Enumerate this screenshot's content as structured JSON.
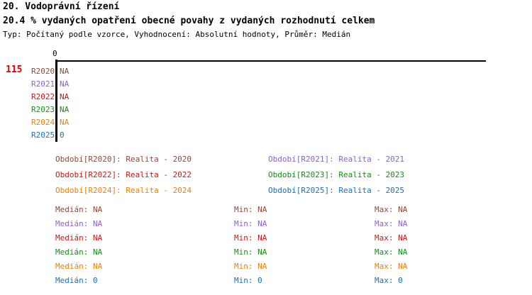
{
  "header": {
    "title": "20. Vodoprávní řízení",
    "subtitle": "20.4 % vydaných opatření obecné povahy z vydaných rozhodnutí celkem",
    "meta": "Typ: Počítaný podle vzorce, Vyhodnocení: Absolutní hodnoty, Průměr: Medián"
  },
  "plot": {
    "axis_tick_label": "0",
    "left_count": "115"
  },
  "chart_data": {
    "type": "bar",
    "title": "20.4 % vydaných opatření obecné povahy z vydaných rozhodnutí celkem",
    "xlabel": "",
    "ylabel": "",
    "orientation": "horizontal",
    "xlim": [
      0,
      0
    ],
    "grid": false,
    "axis_ticks": [
      "0"
    ],
    "categories": [
      "R2020",
      "R2021",
      "R2022",
      "R2023",
      "R2024",
      "R2025"
    ],
    "values": [
      null,
      null,
      null,
      null,
      null,
      0
    ],
    "value_labels": [
      "NA",
      "NA",
      "NA",
      "NA",
      "NA",
      "0"
    ],
    "colors": [
      "#8B4A3B",
      "#8B63C8",
      "#C21A18",
      "#1A8B1A",
      "#E8820C",
      "#1F6FB5"
    ],
    "legend_position": "below-plot",
    "legend": [
      "Období[R2020]: Realita - 2020",
      "Období[R2021]: Realita - 2021",
      "Období[R2022]: Realita - 2022",
      "Období[R2023]: Realita - 2023",
      "Období[R2024]: Realita - 2024",
      "Období[R2025]: Realita - 2025"
    ],
    "series": [
      {
        "name": "R2020",
        "median": "NA",
        "min": "NA",
        "max": "NA"
      },
      {
        "name": "R2021",
        "median": "NA",
        "min": "NA",
        "max": "NA"
      },
      {
        "name": "R2022",
        "median": "NA",
        "min": "NA",
        "max": "NA"
      },
      {
        "name": "R2023",
        "median": "NA",
        "min": "NA",
        "max": "NA"
      },
      {
        "name": "R2024",
        "median": "NA",
        "min": "NA",
        "max": "NA"
      },
      {
        "name": "R2025",
        "median": "0",
        "min": "0",
        "max": "0"
      }
    ]
  },
  "rows": [
    {
      "label": "R2020",
      "value": "NA",
      "color": "#8B4A3B",
      "legend": "Období[R2020]: Realita - 2020",
      "median": "Medián: NA",
      "min": "Min: NA",
      "max": "Max: NA"
    },
    {
      "label": "R2021",
      "value": "NA",
      "color": "#8B63C8",
      "legend": "Období[R2021]: Realita - 2021",
      "median": "Medián: NA",
      "min": "Min: NA",
      "max": "Max: NA"
    },
    {
      "label": "R2022",
      "value": "NA",
      "color": "#C21A18",
      "legend": "Období[R2022]: Realita - 2022",
      "median": "Medián: NA",
      "min": "Min: NA",
      "max": "Max: NA"
    },
    {
      "label": "R2023",
      "value": "NA",
      "color": "#1A8B1A",
      "legend": "Období[R2023]: Realita - 2023",
      "median": "Medián: NA",
      "min": "Min: NA",
      "max": "Max: NA"
    },
    {
      "label": "R2024",
      "value": "NA",
      "color": "#E8820C",
      "legend": "Období[R2024]: Realita - 2024",
      "median": "Medián: NA",
      "min": "Min: NA",
      "max": "Max: NA"
    },
    {
      "label": "R2025",
      "value": "0",
      "color": "#1F6FB5",
      "legend": "Období[R2025]: Realita - 2025",
      "median": "Medián: 0",
      "min": "Min: 0",
      "max": "Max: 0"
    }
  ],
  "colors": {
    "count_red": "#E00000",
    "axis_black": "#000000",
    "background": "#FFFFFF"
  }
}
